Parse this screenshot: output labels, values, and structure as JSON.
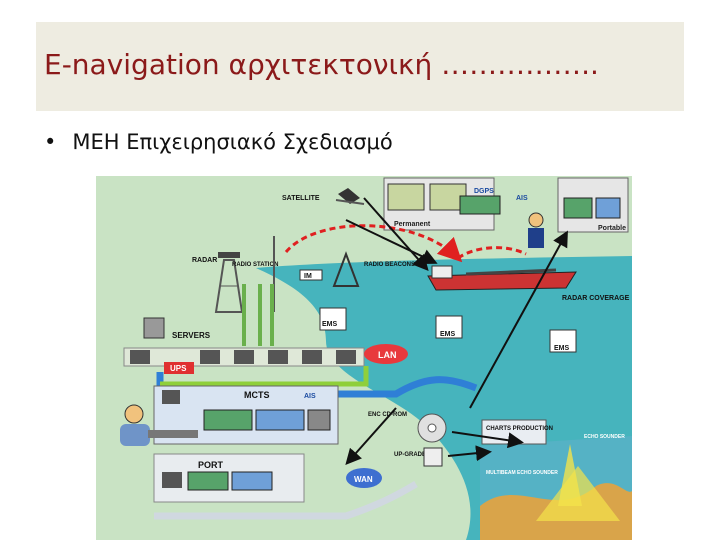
{
  "slide": {
    "title": "E-navigation αρχιτεκτονική ……………..",
    "bullet": "ΜΕΗ Επιχειρησιακό Σχεδιασμό"
  },
  "diagram": {
    "labels": {
      "satellite": "SATELLITE",
      "radar": "RADAR",
      "radio_station": "RADIO STATION",
      "radio_beacons": "RADIO BEACONS",
      "permanent": "Permanent",
      "portable": "Portable",
      "dgps": "DGPS",
      "ais_top": "AIS",
      "im": "IM",
      "radar_coverage": "RADAR COVERAGE",
      "ems_1": "EMS",
      "ems_2": "EMS",
      "ems_3": "EMS",
      "servers": "SERVERS",
      "ups": "UPS",
      "lan": "LAN",
      "mcts": "MCTS",
      "ais_mcts": "AIS",
      "enc_cdrom": "ENC CD-ROM",
      "upgrade": "UP-GRADE",
      "charts_production": "CHARTS PRODUCTION",
      "echo_sounder": "ECHO SOUNDER",
      "multibeam": "MULTIBEAM ECHO SOUNDER",
      "port": "PORT",
      "wan": "WAN"
    },
    "colors": {
      "background": "#c9e3c4",
      "sea": "#46b4bd",
      "lan_cable": "#2f7fd6",
      "radio_link": "#e02020",
      "port_cable": "#d0d8e0"
    }
  }
}
